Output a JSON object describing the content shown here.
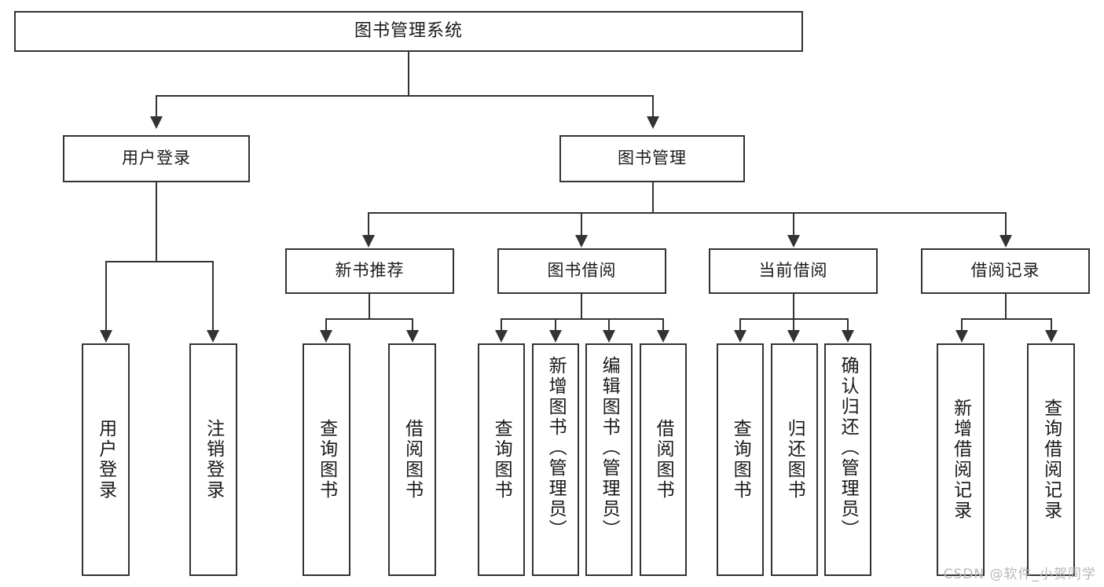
{
  "diagram": {
    "title": "图书管理系统",
    "type": "hierarchy-tree",
    "watermark": "CSDN @软件_小贺同学",
    "colors": {
      "box_border": "#333333",
      "box_fill": "#ffffff",
      "connector": "#333333",
      "text": "#1a1a1a",
      "watermark": "#b8b8b8",
      "page_background": "#ffffff"
    },
    "levels": {
      "root": "图书管理系统",
      "level2": [
        "用户登录",
        "图书管理"
      ],
      "level3": [
        "新书推荐",
        "图书借阅",
        "当前借阅",
        "借阅记录"
      ]
    },
    "nodes": {
      "root": {
        "label": "图书管理系统"
      },
      "user_login": {
        "label": "用户登录"
      },
      "book_manage": {
        "label": "图书管理"
      },
      "new_book_rec": {
        "label": "新书推荐"
      },
      "book_borrow": {
        "label": "图书借阅"
      },
      "current_borrow": {
        "label": "当前借阅"
      },
      "borrow_record": {
        "label": "借阅记录"
      }
    },
    "leaves": {
      "user_login": [
        {
          "label": "用户登录"
        },
        {
          "label": "注销登录"
        }
      ],
      "new_book_rec": [
        {
          "label": "查询图书"
        },
        {
          "label": "借阅图书"
        }
      ],
      "book_borrow": [
        {
          "label": "查询图书"
        },
        {
          "label": "新增图书（管理员）"
        },
        {
          "label": "编辑图书（管理员）"
        },
        {
          "label": "借阅图书"
        }
      ],
      "current_borrow": [
        {
          "label": "查询图书"
        },
        {
          "label": "归还图书"
        },
        {
          "label": "确认归还（管理员）"
        }
      ],
      "borrow_record": [
        {
          "label": "新增借阅记录"
        },
        {
          "label": "查询借阅记录"
        }
      ]
    }
  }
}
